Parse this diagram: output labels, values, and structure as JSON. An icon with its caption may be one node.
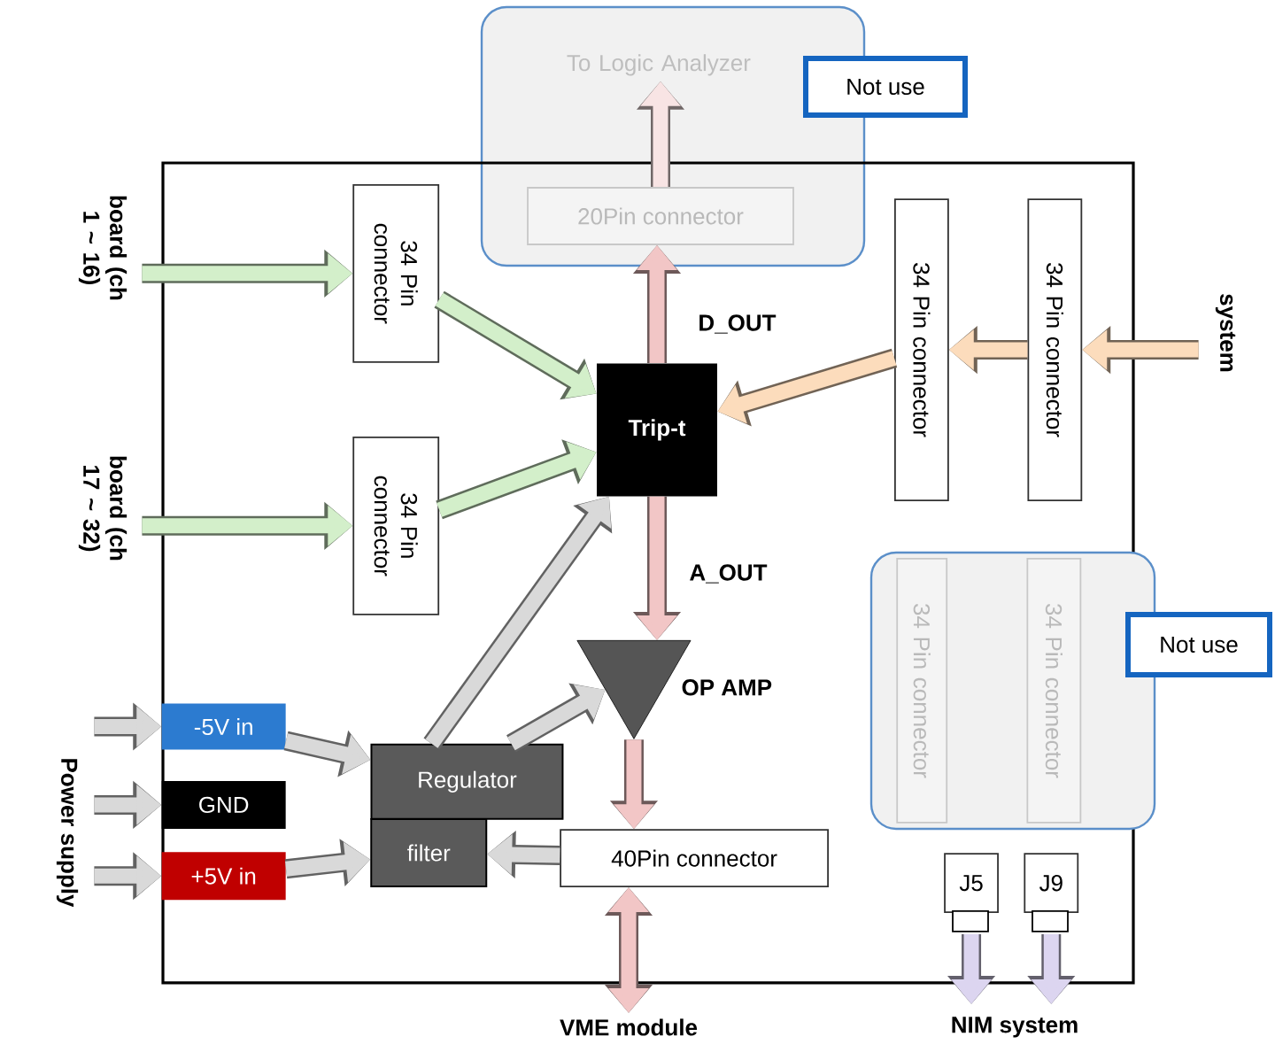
{
  "diagram": {
    "nodes": [
      {
        "text": [],
        "shape": "box"
      },
      {
        "text": [
          "To Logic Analyzer"
        ],
        "in": 0
      },
      {
        "text": [
          "Not use"
        ]
      },
      {
        "text": [],
        "shape": "box"
      },
      {
        "text": [
          "board (ch 1 ~ 16)"
        ]
      },
      {
        "text": [
          "board (ch 17 ~ 32)"
        ]
      },
      {
        "text": [
          "34 Pin connector"
        ],
        "in": 3
      },
      {
        "text": [
          "34 Pin connector"
        ],
        "in": 3
      },
      {
        "text": [
          "20Pin connector"
        ]
      },
      {
        "text": [
          "Trip-t"
        ],
        "in": 3
      },
      {
        "text": [
          "34 Pin connector"
        ],
        "in": 3
      },
      {
        "text": [
          "34 Pin connector"
        ],
        "in": 3
      },
      {
        "text": [
          "system"
        ]
      },
      {
        "text": [],
        "shape": "box"
      },
      {
        "text": [
          "34 Pin connector"
        ],
        "in": 13
      },
      {
        "text": [
          "34 Pin connector"
        ],
        "in": 13
      },
      {
        "text": [
          "Not use"
        ]
      },
      {
        "text": [],
        "shape": "triangle",
        "beside": [
          "OP AMP"
        ],
        "in": 3
      },
      {
        "text": [
          "-5V in"
        ],
        "in": 3
      },
      {
        "text": [
          "GND"
        ],
        "in": 3
      },
      {
        "text": [
          "+5V in"
        ],
        "in": 3
      },
      {
        "text": [
          "Power supply"
        ]
      },
      {
        "text": [
          "Regulator"
        ],
        "in": 3
      },
      {
        "text": [
          "filter"
        ],
        "in": 3
      },
      {
        "text": [
          "40Pin connector"
        ],
        "in": 3
      },
      {
        "text": [
          "J5"
        ],
        "in": 3
      },
      {
        "text": [
          "J9"
        ],
        "in": 3
      },
      {
        "text": [
          "VME module"
        ]
      },
      {
        "text": [
          "NIM system"
        ]
      }
    ],
    "edges": [
      {
        "from": 4,
        "to": 6,
        "arrow": "to",
        "color": "#d3efca"
      },
      {
        "from": 5,
        "to": 7,
        "arrow": "to",
        "color": "#d3efca"
      },
      {
        "from": 6,
        "to": 9,
        "arrow": "to",
        "color": "#d3efca"
      },
      {
        "from": 7,
        "to": 9,
        "arrow": "to",
        "color": "#d3efca"
      },
      {
        "from": 9,
        "to": 8,
        "arrow": "to",
        "color": "#f2c6c6",
        "label": "D_OUT"
      },
      {
        "from": 8,
        "to": 1,
        "arrow": "to",
        "color": "#f8e4e4"
      },
      {
        "from": 12,
        "to": 11,
        "arrow": "to",
        "color": "#fcdcbc"
      },
      {
        "from": 11,
        "to": 10,
        "arrow": "to",
        "color": "#fcdcbc"
      },
      {
        "from": 10,
        "to": 9,
        "arrow": "to",
        "color": "#fcdcbc"
      },
      {
        "from": 9,
        "to": 17,
        "arrow": "to",
        "color": "#f2c6c6",
        "label": "A_OUT"
      },
      {
        "from": 17,
        "to": 24,
        "arrow": "to",
        "color": "#f2c6c6"
      },
      {
        "from": 24,
        "to": 27,
        "arrow": "both",
        "color": "#f2c6c6"
      },
      {
        "from": 21,
        "to": 18,
        "arrow": "to"
      },
      {
        "from": 21,
        "to": 19,
        "arrow": "to"
      },
      {
        "from": 21,
        "to": 20,
        "arrow": "to"
      },
      {
        "from": 18,
        "to": 22,
        "arrow": "to"
      },
      {
        "from": 20,
        "to": 23,
        "arrow": "to"
      },
      {
        "from": 24,
        "to": 23,
        "arrow": "to"
      },
      {
        "from": 22,
        "to": 9,
        "arrow": "to"
      },
      {
        "from": 22,
        "to": 17,
        "arrow": "to"
      },
      {
        "from": 25,
        "to": 28,
        "arrow": "to",
        "color": "#dcd5f0"
      },
      {
        "from": 26,
        "to": 28,
        "arrow": "to",
        "color": "#dcd5f0"
      }
    ]
  }
}
